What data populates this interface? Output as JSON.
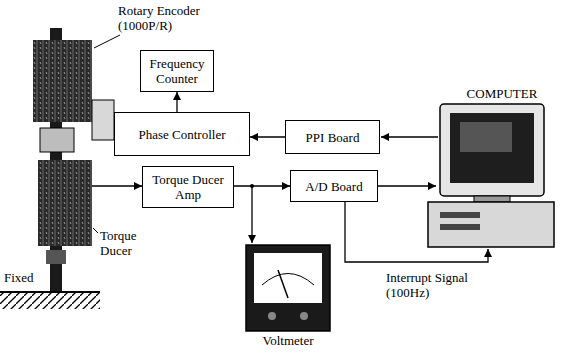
{
  "diagram": {
    "nodes": [
      {
        "text": [
          "Frequency Counter"
        ]
      },
      {
        "text": [
          "Phase Controller"
        ]
      },
      {
        "text": [
          "PPI Board"
        ]
      },
      {
        "text": [
          "Torque Ducer Amp"
        ]
      },
      {
        "text": [
          "A/D Board"
        ]
      }
    ],
    "edges": [
      {
        "from": 2,
        "to": 1,
        "arrow": "to"
      },
      {
        "from": 1,
        "to": 0,
        "arrow": "to"
      },
      {
        "from": 3,
        "to": 4,
        "arrow": "to"
      }
    ],
    "labels": [
      "Rotary Encoder (1000P/R)",
      "COMPUTER",
      "Torque Ducer",
      "Fixed",
      "Voltmeter",
      "Interrupt Signal (100Hz)"
    ]
  }
}
